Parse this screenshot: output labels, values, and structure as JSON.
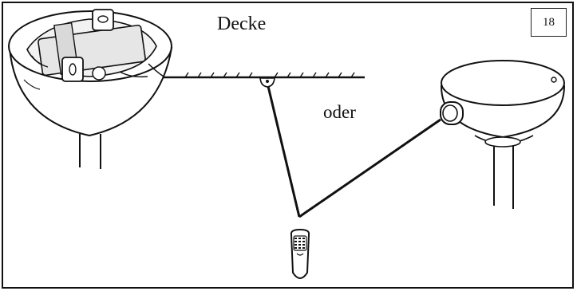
{
  "labels": {
    "ceiling": "Decke",
    "or": "oder",
    "page_number": "18"
  }
}
